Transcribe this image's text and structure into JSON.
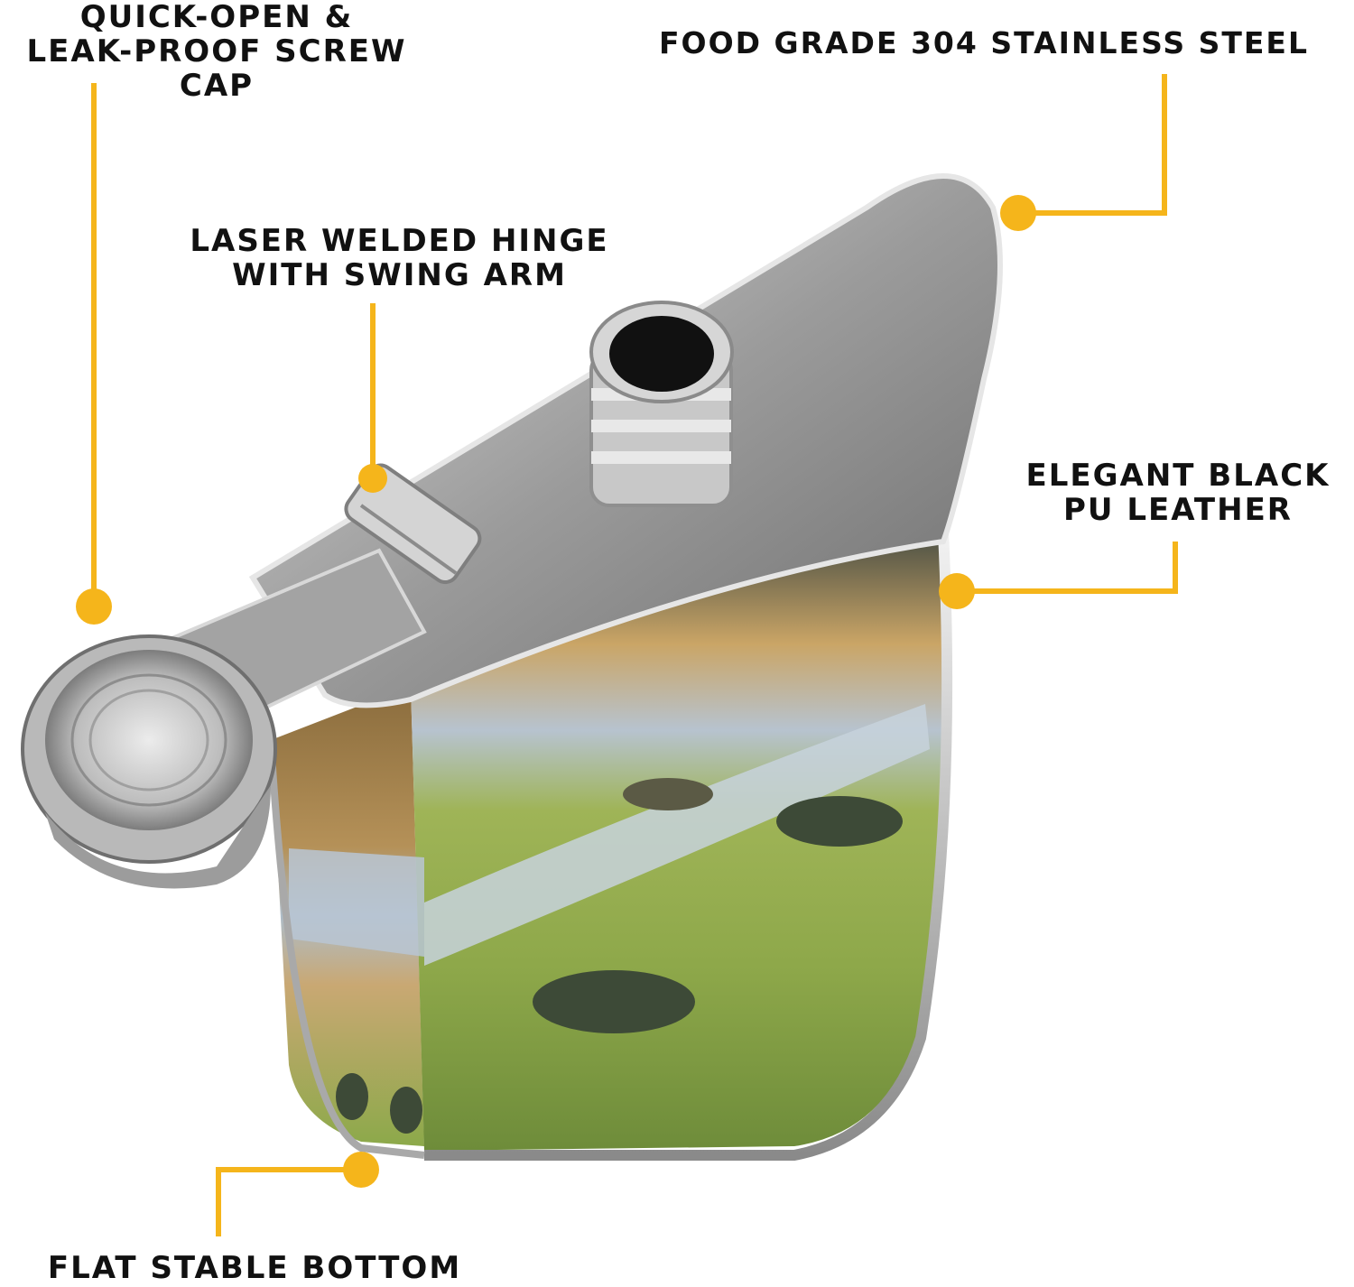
{
  "accent_color": "#f5b51b",
  "callouts": {
    "screw_cap": {
      "lines": [
        "QUICK-OPEN &",
        "LEAK-PROOF SCREW",
        "CAP"
      ]
    },
    "steel": {
      "lines": [
        "FOOD GRADE 304 STAINLESS STEEL"
      ]
    },
    "hinge": {
      "lines": [
        "LASER WELDED HINGE",
        "WITH SWING ARM"
      ]
    },
    "leather": {
      "lines": [
        "ELEGANT BLACK",
        "PU LEATHER"
      ]
    },
    "bottom": {
      "lines": [
        "FLAT STABLE BOTTOM"
      ]
    }
  },
  "product": {
    "type": "hip flask",
    "icon": "hip-flask-with-duck-wetland-print"
  }
}
